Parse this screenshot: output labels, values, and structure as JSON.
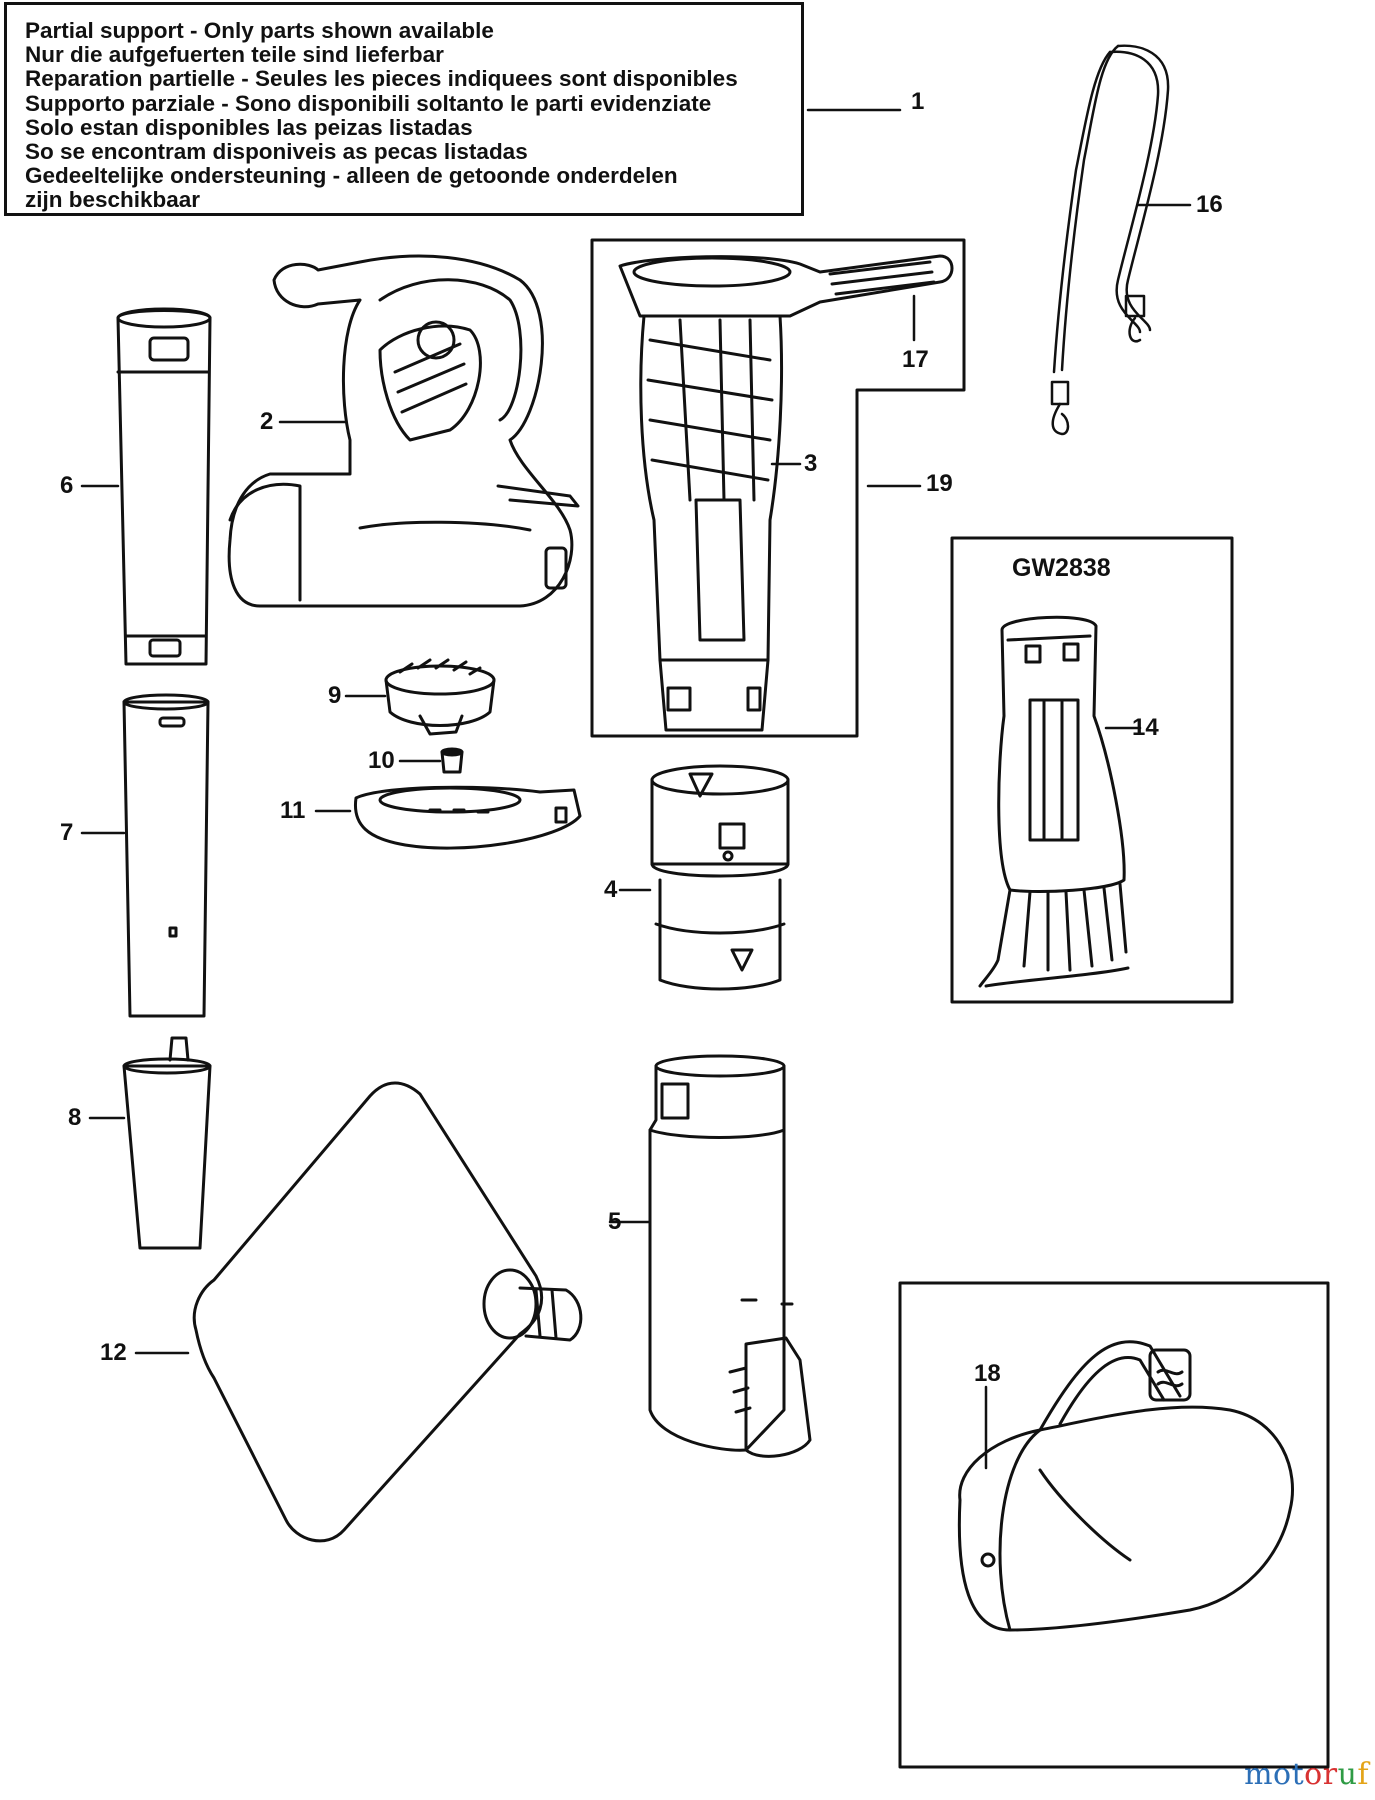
{
  "notice": {
    "lines": [
      "Partial support - Only parts shown available",
      "Nur die aufgefuerten teile sind lieferbar",
      "Reparation partielle - Seules les pieces indiquees sont disponibles",
      "Supporto parziale - Sono disponibili soltanto le parti evidenziate",
      "Solo estan disponibles las peizas listadas",
      "So se encontram disponiveis as pecas listadas",
      "Gedeeltelijke ondersteuning - alleen de getoonde onderdelen",
      "zijn beschikbaar"
    ]
  },
  "callouts": {
    "p1": "1",
    "p2": "2",
    "p3": "3",
    "p4": "4",
    "p5": "5",
    "p6": "6",
    "p7": "7",
    "p8": "8",
    "p9": "9",
    "p10": "10",
    "p11": "11",
    "p12": "12",
    "p14": "14",
    "p16": "16",
    "p17": "17",
    "p18": "18",
    "p19": "19"
  },
  "model_label": "GW2838",
  "watermark": {
    "a": "mot",
    "b": "or",
    "c": "u",
    "d": "f"
  }
}
